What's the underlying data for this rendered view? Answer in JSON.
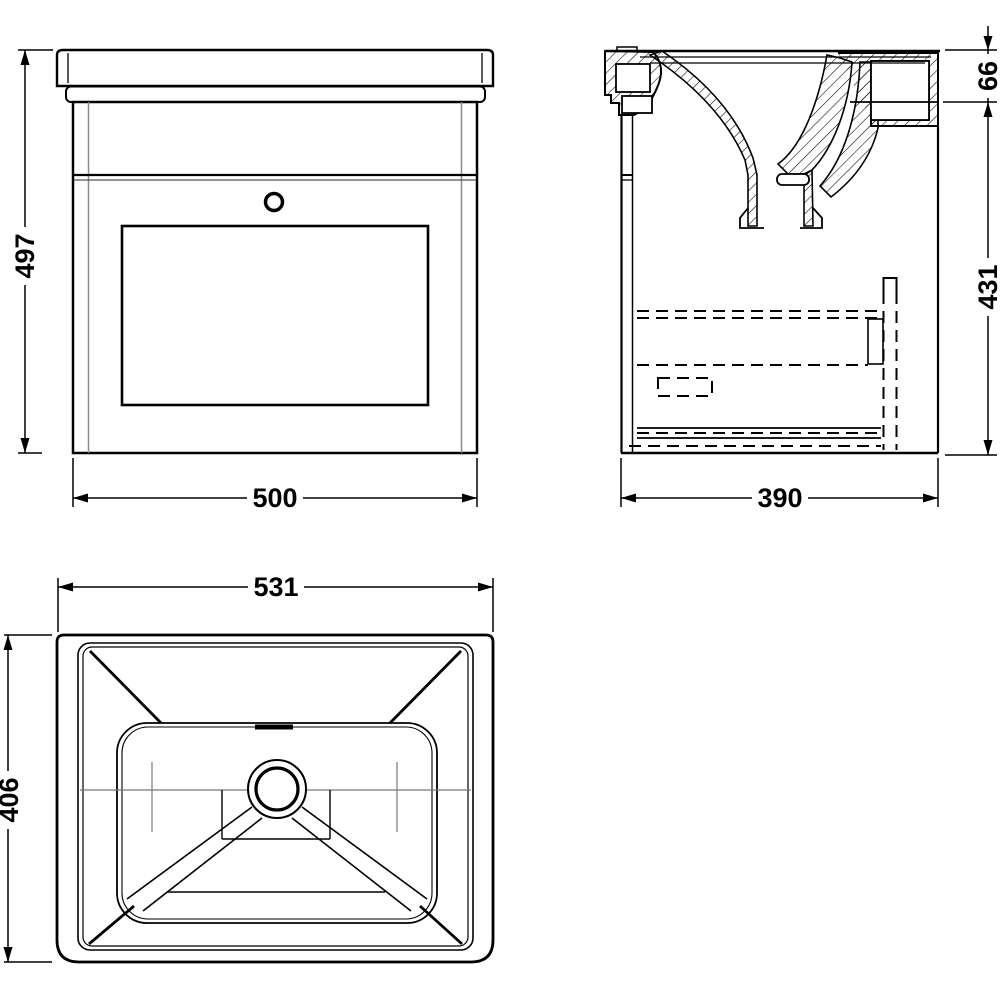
{
  "drawing": {
    "title": "vanity-unit-three-view-dimension-drawing",
    "background": "#ffffff",
    "line_color": "#000000",
    "views": {
      "front": {
        "dims": {
          "height": "497",
          "width": "500"
        }
      },
      "side": {
        "dims": {
          "basin_height": "66",
          "cabinet_height": "431",
          "depth": "390"
        }
      },
      "top": {
        "dims": {
          "width": "531",
          "depth": "406"
        }
      }
    }
  }
}
